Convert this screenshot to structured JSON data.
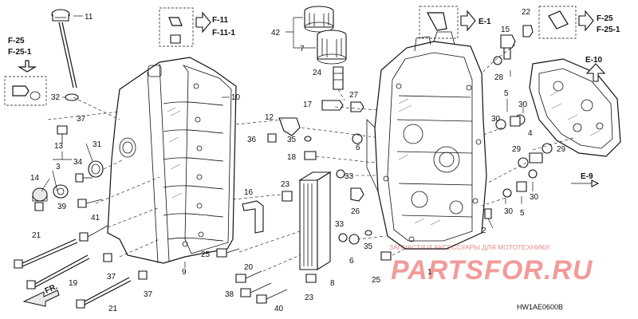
{
  "diagram": {
    "code": "HW1AE0600B",
    "front_label": "FR.",
    "callouts": [
      {
        "id": "11",
        "label": "11"
      },
      {
        "id": "32",
        "label": "32"
      },
      {
        "id": "37a",
        "label": "37"
      },
      {
        "id": "13",
        "label": "13"
      },
      {
        "id": "3",
        "label": "3"
      },
      {
        "id": "14",
        "label": "14"
      },
      {
        "id": "39",
        "label": "39"
      },
      {
        "id": "41",
        "label": "41"
      },
      {
        "id": "21a",
        "label": "21"
      },
      {
        "id": "19",
        "label": "19"
      },
      {
        "id": "37b",
        "label": "37"
      },
      {
        "id": "37c",
        "label": "37"
      },
      {
        "id": "21b",
        "label": "21"
      },
      {
        "id": "31",
        "label": "31"
      },
      {
        "id": "34",
        "label": "34"
      },
      {
        "id": "10",
        "label": "10"
      },
      {
        "id": "9",
        "label": "9"
      },
      {
        "id": "42",
        "label": "42"
      },
      {
        "id": "7",
        "label": "7"
      },
      {
        "id": "24",
        "label": "24"
      },
      {
        "id": "17",
        "label": "17"
      },
      {
        "id": "27",
        "label": "27"
      },
      {
        "id": "12",
        "label": "12"
      },
      {
        "id": "36",
        "label": "36"
      },
      {
        "id": "35a",
        "label": "35"
      },
      {
        "id": "18",
        "label": "18"
      },
      {
        "id": "6a",
        "label": "6"
      },
      {
        "id": "33a",
        "label": "33"
      },
      {
        "id": "16",
        "label": "16"
      },
      {
        "id": "23a",
        "label": "23"
      },
      {
        "id": "25a",
        "label": "25"
      },
      {
        "id": "20",
        "label": "20"
      },
      {
        "id": "38",
        "label": "38"
      },
      {
        "id": "40",
        "label": "40"
      },
      {
        "id": "23b",
        "label": "23"
      },
      {
        "id": "8",
        "label": "8"
      },
      {
        "id": "26",
        "label": "26"
      },
      {
        "id": "33b",
        "label": "33"
      },
      {
        "id": "6b",
        "label": "6"
      },
      {
        "id": "35b",
        "label": "35"
      },
      {
        "id": "25b",
        "label": "25"
      },
      {
        "id": "1",
        "label": "1"
      },
      {
        "id": "22",
        "label": "22"
      },
      {
        "id": "15",
        "label": "15"
      },
      {
        "id": "28",
        "label": "28"
      },
      {
        "id": "5a",
        "label": "5"
      },
      {
        "id": "30a",
        "label": "30"
      },
      {
        "id": "30b",
        "label": "30"
      },
      {
        "id": "4",
        "label": "4"
      },
      {
        "id": "29a",
        "label": "29"
      },
      {
        "id": "29b",
        "label": "29"
      },
      {
        "id": "30c",
        "label": "30"
      },
      {
        "id": "30d",
        "label": "30"
      },
      {
        "id": "5b",
        "label": "5"
      },
      {
        "id": "2",
        "label": "2"
      }
    ],
    "refs": [
      {
        "id": "f25-left",
        "label": "F-25"
      },
      {
        "id": "f25-1-left",
        "label": "F-25-1"
      },
      {
        "id": "f11",
        "label": "F-11"
      },
      {
        "id": "f11-1",
        "label": "F-11-1"
      },
      {
        "id": "e1",
        "label": "E-1"
      },
      {
        "id": "f25-right",
        "label": "F-25"
      },
      {
        "id": "f25-1-right",
        "label": "F-25-1"
      },
      {
        "id": "e10",
        "label": "E-10"
      },
      {
        "id": "e9",
        "label": "E-9"
      }
    ]
  },
  "watermark": {
    "caption": "ЗАПЧАСТИ И АКСЕССУАРЫ ДЛЯ МОТОТЕХНИКИ",
    "logo": "PARTSFOR.RU"
  }
}
